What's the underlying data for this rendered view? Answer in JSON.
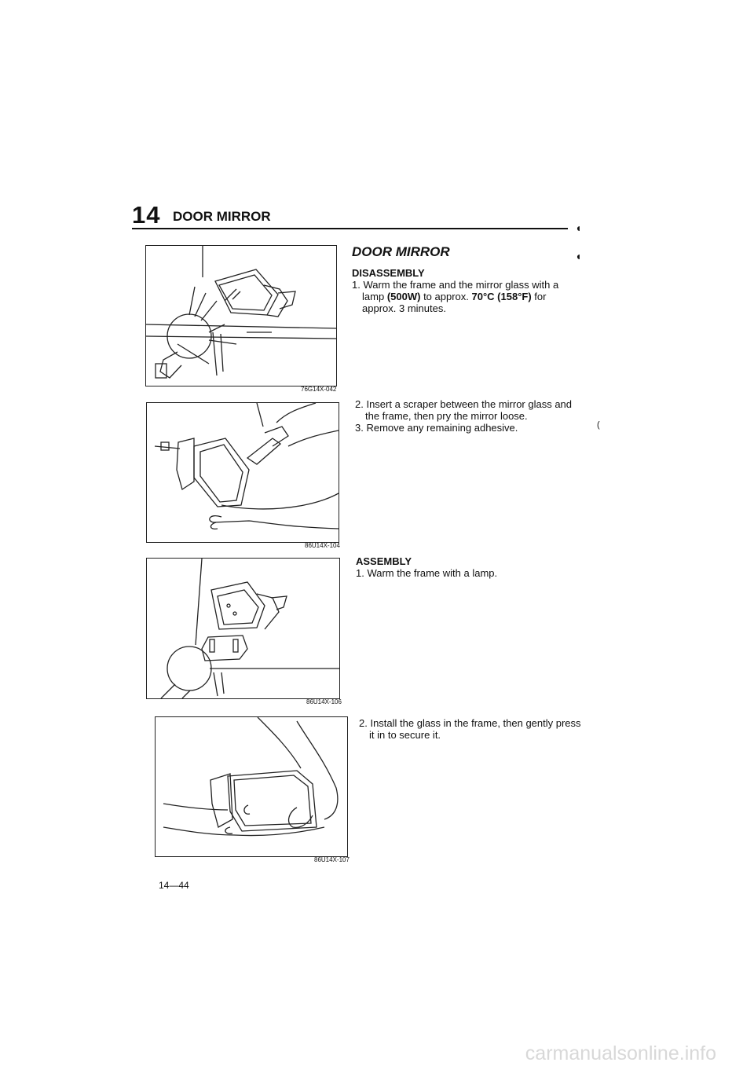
{
  "header": {
    "section_number": "14",
    "title": "DOOR MIRROR"
  },
  "section_title": "DOOR MIRROR",
  "disassembly": {
    "heading": "DISASSEMBLY",
    "step1": {
      "prefix": "1. Warm the frame and the mirror glass with a lamp",
      "wattage": "(500W)",
      "mid": "to approx.",
      "temperature": "70°C (158°F)",
      "suffix": "for approx. 3 minutes."
    },
    "step2": "2. Insert a scraper between the mirror glass and the frame, then pry the mirror loose.",
    "step3": "3. Remove any remaining adhesive."
  },
  "assembly": {
    "heading": "ASSEMBLY",
    "step1": "1. Warm the frame with a lamp.",
    "step2": "2. Install the glass in the frame, then gently press it in to secure it."
  },
  "figures": [
    {
      "code": "76G14X-042"
    },
    {
      "code": "86U14X-104"
    },
    {
      "code": "86U14X-106"
    },
    {
      "code": "86U14X-107"
    }
  ],
  "page_number": "14—44",
  "footer": {
    "watermark": "carmanualsonline.info"
  }
}
